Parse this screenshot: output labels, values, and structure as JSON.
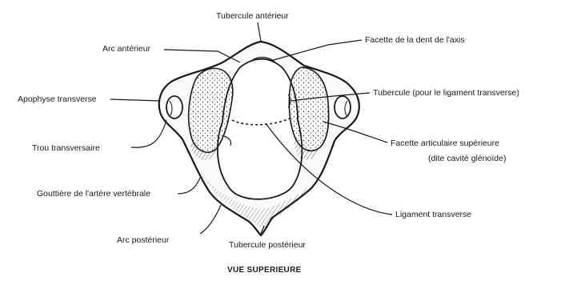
{
  "labels": {
    "tubercule_anterieur": "Tubercule antérieur",
    "arc_anterieur": "Arc antérieur",
    "facette_dent_axis": "Facette de la dent de l'axis",
    "apophyse_transverse": "Apophyse transverse",
    "tubercule_ligament": "Tubercule (pour le ligament transverse)",
    "trou_transversaire": "Trou transversaire",
    "facette_articulaire": "Facette articulaire supérieure",
    "cavite_glenoide": "(dite cavité glénoïde)",
    "gouttiere": "Gouttière de l'artère vertébrale",
    "ligament_transverse": "Ligament transverse",
    "arc_posterieur": "Arc postérieur",
    "tubercule_posterieur": "Tubercule postérieur"
  },
  "caption": "VUE SUPERIEURE"
}
